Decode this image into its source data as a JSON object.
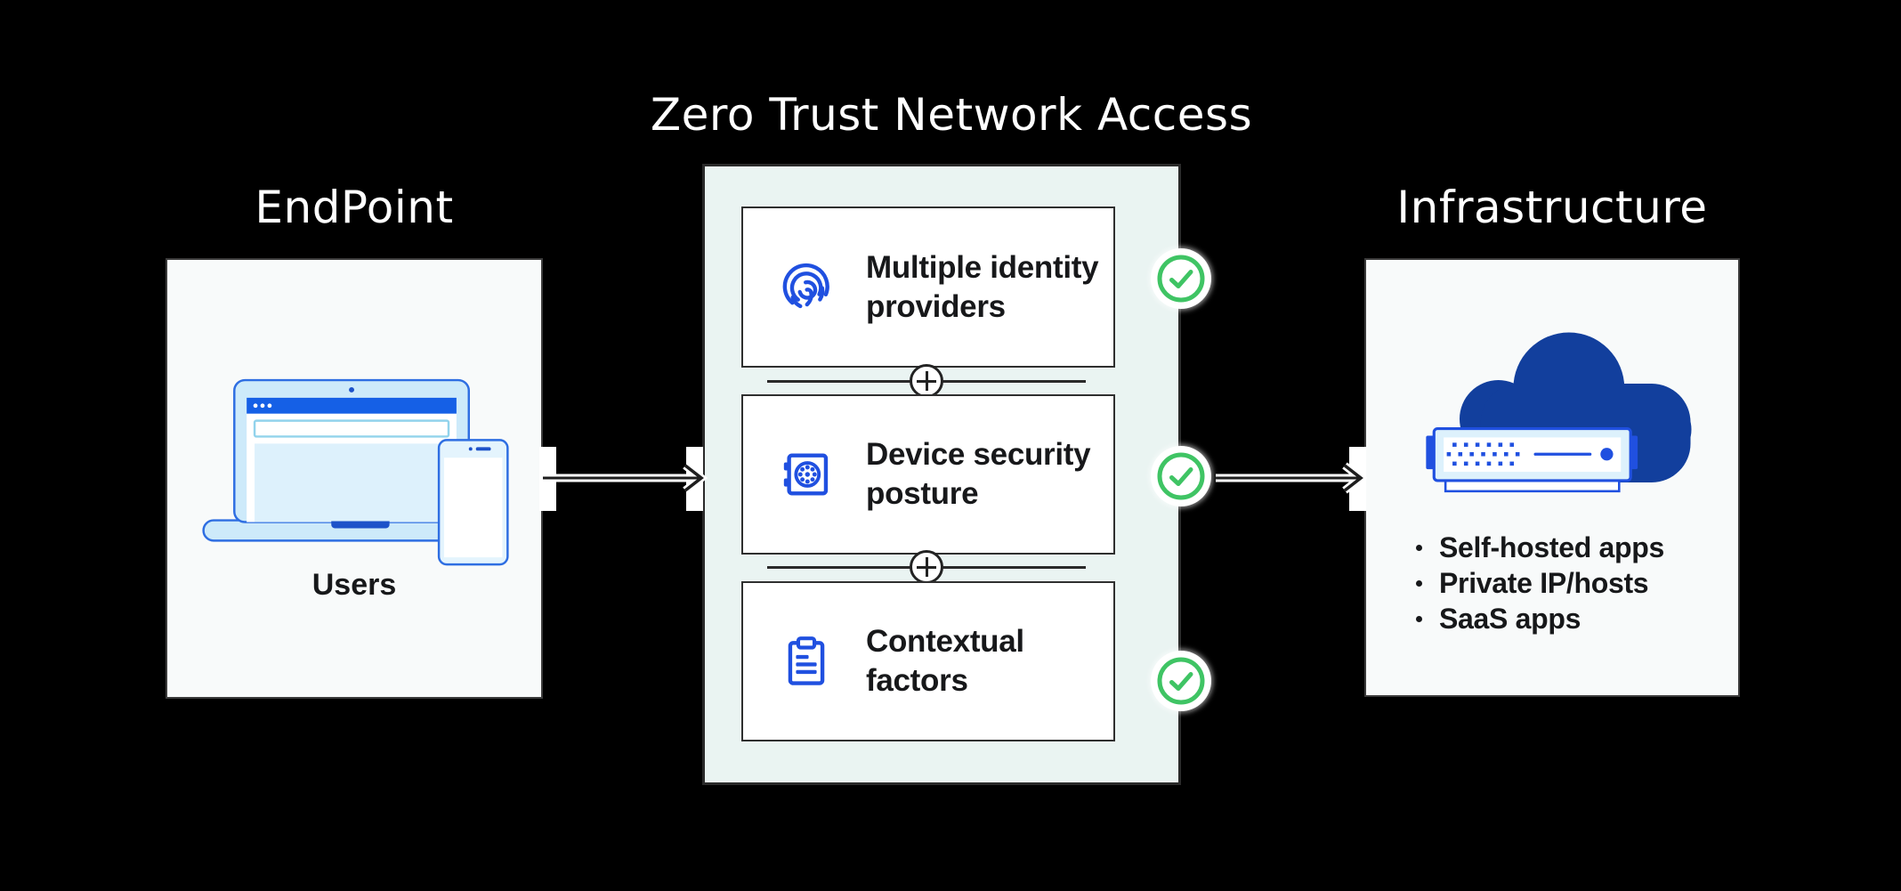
{
  "title": "Zero Trust Network Access",
  "endpoint": {
    "heading": "EndPoint",
    "device_caption": "Users",
    "illustration": "laptop-and-phone"
  },
  "pipeline": {
    "cards": [
      {
        "icon": "fingerprint-icon",
        "line1": "Multiple identity",
        "line2": "providers",
        "status": "check"
      },
      {
        "icon": "safe-icon",
        "line1": "Device security",
        "line2": "posture",
        "status": "check"
      },
      {
        "icon": "clipboard-icon",
        "line1": "Contextual",
        "line2": "factors",
        "status": "check"
      }
    ],
    "separator_icon": "plus-circle-icon",
    "status_icon": "check-circle-icon"
  },
  "infrastructure": {
    "heading": "Infrastructure",
    "illustration": "cloud-server",
    "items": [
      "Self-hosted apps",
      "Private IP/hosts",
      "SaaS apps"
    ]
  },
  "colors": {
    "background": "#000000",
    "accent_blue": "#2050e0",
    "laptop_blue": "#2e6ee2",
    "titlebar_blue": "#1560e6",
    "cloud_navy": "#123f9d",
    "status_green": "#3fc464",
    "panel_bg": "#eaf4f2",
    "box_bg": "#f8fafa",
    "text_dark": "#17181a"
  }
}
